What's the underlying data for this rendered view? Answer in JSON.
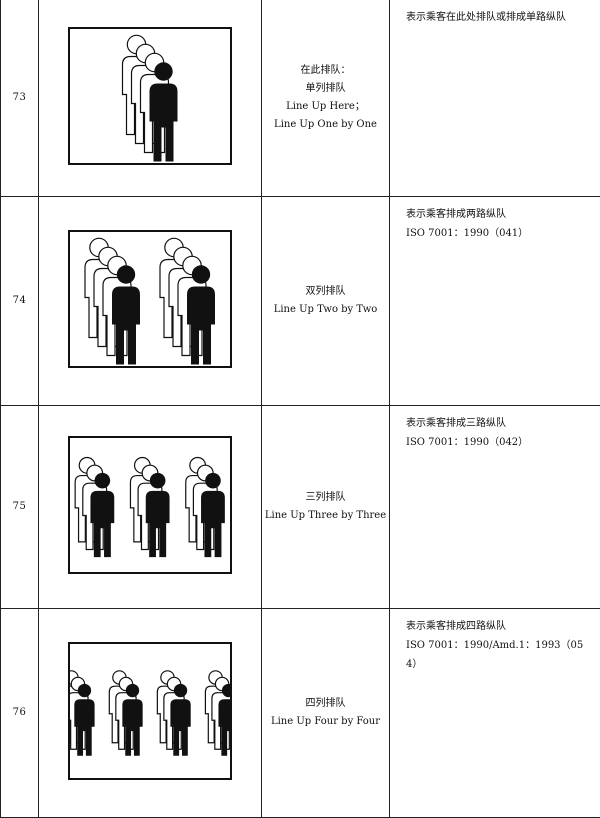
{
  "rows": [
    {
      "no": "73",
      "name_cn_lines": [
        "在此排队：",
        "单列排队"
      ],
      "name_en_lines": [
        "Line Up Here；",
        "Line Up One by One"
      ],
      "desc": "表示乘客在此处排队或排成单路纵队",
      "ref": "",
      "icon": "queue-one-by-one-pictogram",
      "columns": 1,
      "depth": 4
    },
    {
      "no": "74",
      "name_cn_lines": [
        "双列排队"
      ],
      "name_en_lines": [
        "Line Up Two by Two"
      ],
      "desc": "表示乘客排成两路纵队",
      "ref": "ISO 7001：1990（041）",
      "icon": "queue-two-by-two-pictogram",
      "columns": 2,
      "depth": 4
    },
    {
      "no": "75",
      "name_cn_lines": [
        "三列排队"
      ],
      "name_en_lines": [
        "Line Up Three by Three"
      ],
      "desc": "表示乘客排成三路纵队",
      "ref": "ISO 7001：1990（042）",
      "icon": "queue-three-by-three-pictogram",
      "columns": 3,
      "depth": 3
    },
    {
      "no": "76",
      "name_cn_lines": [
        "四列排队"
      ],
      "name_en_lines": [
        "Line Up Four by Four"
      ],
      "desc": "表示乘客排成四路纵队",
      "ref": "ISO 7001：1990/Amd.1：1993（054）",
      "icon": "queue-four-by-four-pictogram",
      "columns": 4,
      "depth": 3
    }
  ]
}
